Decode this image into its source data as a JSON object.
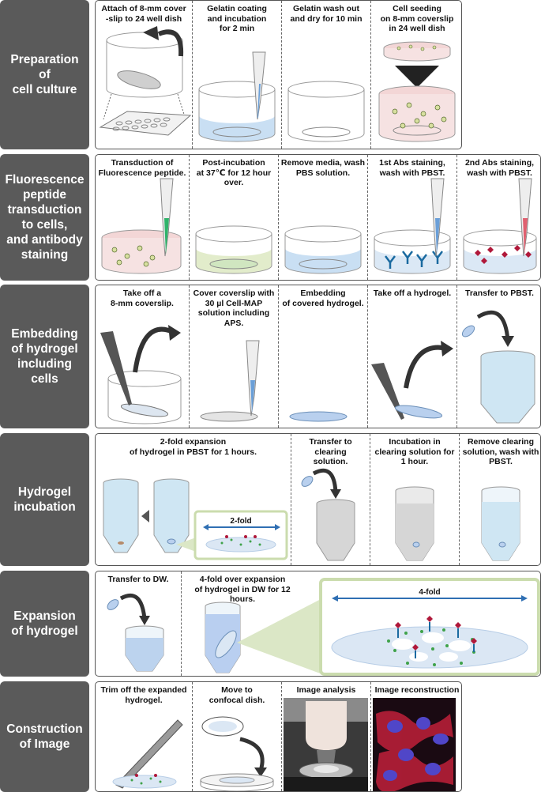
{
  "sections": [
    {
      "label": "Preparation\nof\ncell culture",
      "steps": [
        {
          "caption": "Attach of 8-mm cover\n-slip to 24 well dish",
          "icon": "coverslip-in-dish-icon"
        },
        {
          "caption": "Gelatin coating\nand incubation\nfor 2 min",
          "icon": "gelatin-coating-icon"
        },
        {
          "caption": "Gelatin wash out\nand dry for 10 min",
          "icon": "empty-dish-icon"
        },
        {
          "caption": "Cell seeding\non 8-mm coverslip\nin 24 well dish",
          "icon": "cell-seeding-icon"
        }
      ]
    },
    {
      "label": "Fluorescence\npeptide\ntransduction\nto cells,\nand antibody\nstaining",
      "steps": [
        {
          "caption": "Transduction of\nFluorescence peptide.",
          "icon": "peptide-transduction-icon"
        },
        {
          "caption": "Post-incubation\nat 37℃ for 12 hour\nover.",
          "icon": "incubation-dish-icon"
        },
        {
          "caption": "Remove media, wash\nPBS solution.",
          "icon": "pbs-wash-icon"
        },
        {
          "caption": "1st Abs staining,\nwash with PBST.",
          "icon": "primary-antibody-icon"
        },
        {
          "caption": "2nd Abs staining,\nwash with PBST.",
          "icon": "secondary-antibody-icon"
        }
      ]
    },
    {
      "label": "Embedding\nof hydrogel\nincluding\ncells",
      "steps": [
        {
          "caption": "Take off a\n8-mm coverslip.",
          "icon": "forceps-coverslip-icon"
        },
        {
          "caption": "Cover coverslip with\n30 µl Cell-MAP\nsolution including\nAPS.",
          "icon": "cover-solution-icon"
        },
        {
          "caption": "Embedding\nof covered hydrogel.",
          "icon": "embedded-hydrogel-icon"
        },
        {
          "caption": "Take off a hydrogel.",
          "icon": "forceps-hydrogel-icon"
        },
        {
          "caption": "Transfer to PBST.",
          "icon": "transfer-tube-icon"
        }
      ]
    },
    {
      "label": "Hydrogel\nincubation",
      "steps": [
        {
          "caption": "2-fold expansion\nof hydrogel in PBST for 1 hours.",
          "icon": "expansion-tubes-icon",
          "annotation": "2-fold"
        },
        {
          "caption": "Transfer to clearing\nsolution.",
          "icon": "clearing-tube-icon"
        },
        {
          "caption": "Incubation in\nclearing solution for\n1 hour.",
          "icon": "clearing-incubation-icon"
        },
        {
          "caption": "Remove clearing\nsolution, wash with\nPBST.",
          "icon": "pbst-wash-tube-icon"
        }
      ]
    },
    {
      "label": "Expansion\nof hydrogel",
      "steps": [
        {
          "caption": "Transfer to DW.",
          "icon": "dw-tube-icon"
        },
        {
          "caption": "4-fold over expansion\nof hydrogel in DW for 12 hours.",
          "icon": "expanded-hydrogel-icon",
          "annotation": "4-fold"
        }
      ]
    },
    {
      "label": "Construction\nof Image",
      "steps": [
        {
          "caption": "Trim off the expanded\nhydrogel.",
          "icon": "blade-trim-icon"
        },
        {
          "caption": "Move to\nconfocal dish.",
          "icon": "confocal-dish-icon"
        },
        {
          "caption": "Image analysis",
          "icon": "microscope-photo"
        },
        {
          "caption": "Image reconstruction",
          "icon": "fluorescence-image"
        }
      ]
    }
  ]
}
